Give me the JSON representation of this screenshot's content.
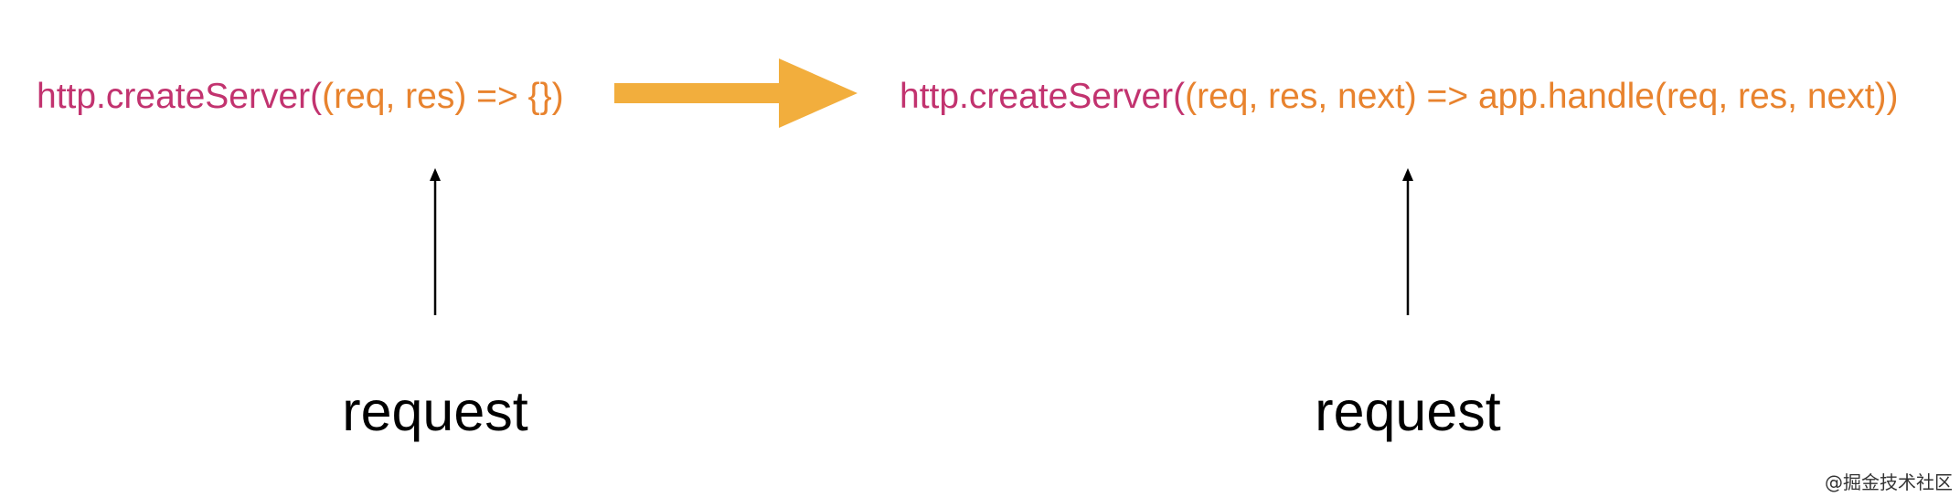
{
  "colors": {
    "keyword": "#c2336f",
    "args": "#e8832e",
    "big_arrow": "#f2ae3d",
    "small_arrow": "#000000"
  },
  "left": {
    "code_fn": "http.createServer(",
    "code_args": "(req, res) => {})",
    "label": "request"
  },
  "right": {
    "code_fn": "http.createServer(",
    "code_args": "(req, res, next) => app.handle(req, res, next))",
    "label": "request"
  },
  "watermark": "@掘金技术社区"
}
